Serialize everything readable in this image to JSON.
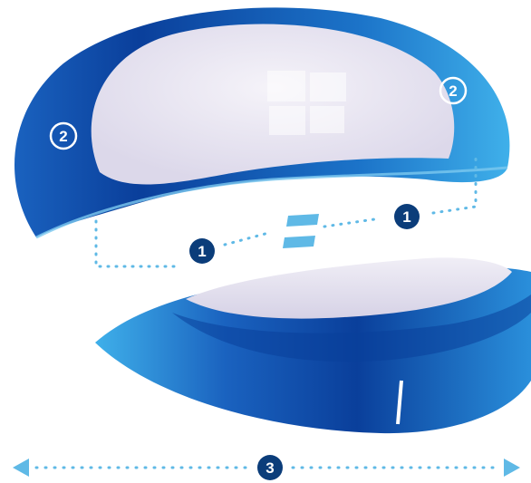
{
  "colors": {
    "deep_blue": "#0a3f9b",
    "mid_blue": "#1c74c9",
    "light_blue": "#3fb0ea",
    "pale_lens": "#ebe8f3",
    "dot_blue": "#5fb9e6",
    "badge_dark": "#0b3d7a",
    "white": "#ffffff"
  },
  "callouts": {
    "inner_left": "1",
    "inner_right": "1",
    "rim_left": "2",
    "rim_right": "2",
    "width": "3"
  },
  "icons": {
    "equals": "equals-sign",
    "arrow_left": "arrow-left",
    "arrow_right": "arrow-right"
  }
}
